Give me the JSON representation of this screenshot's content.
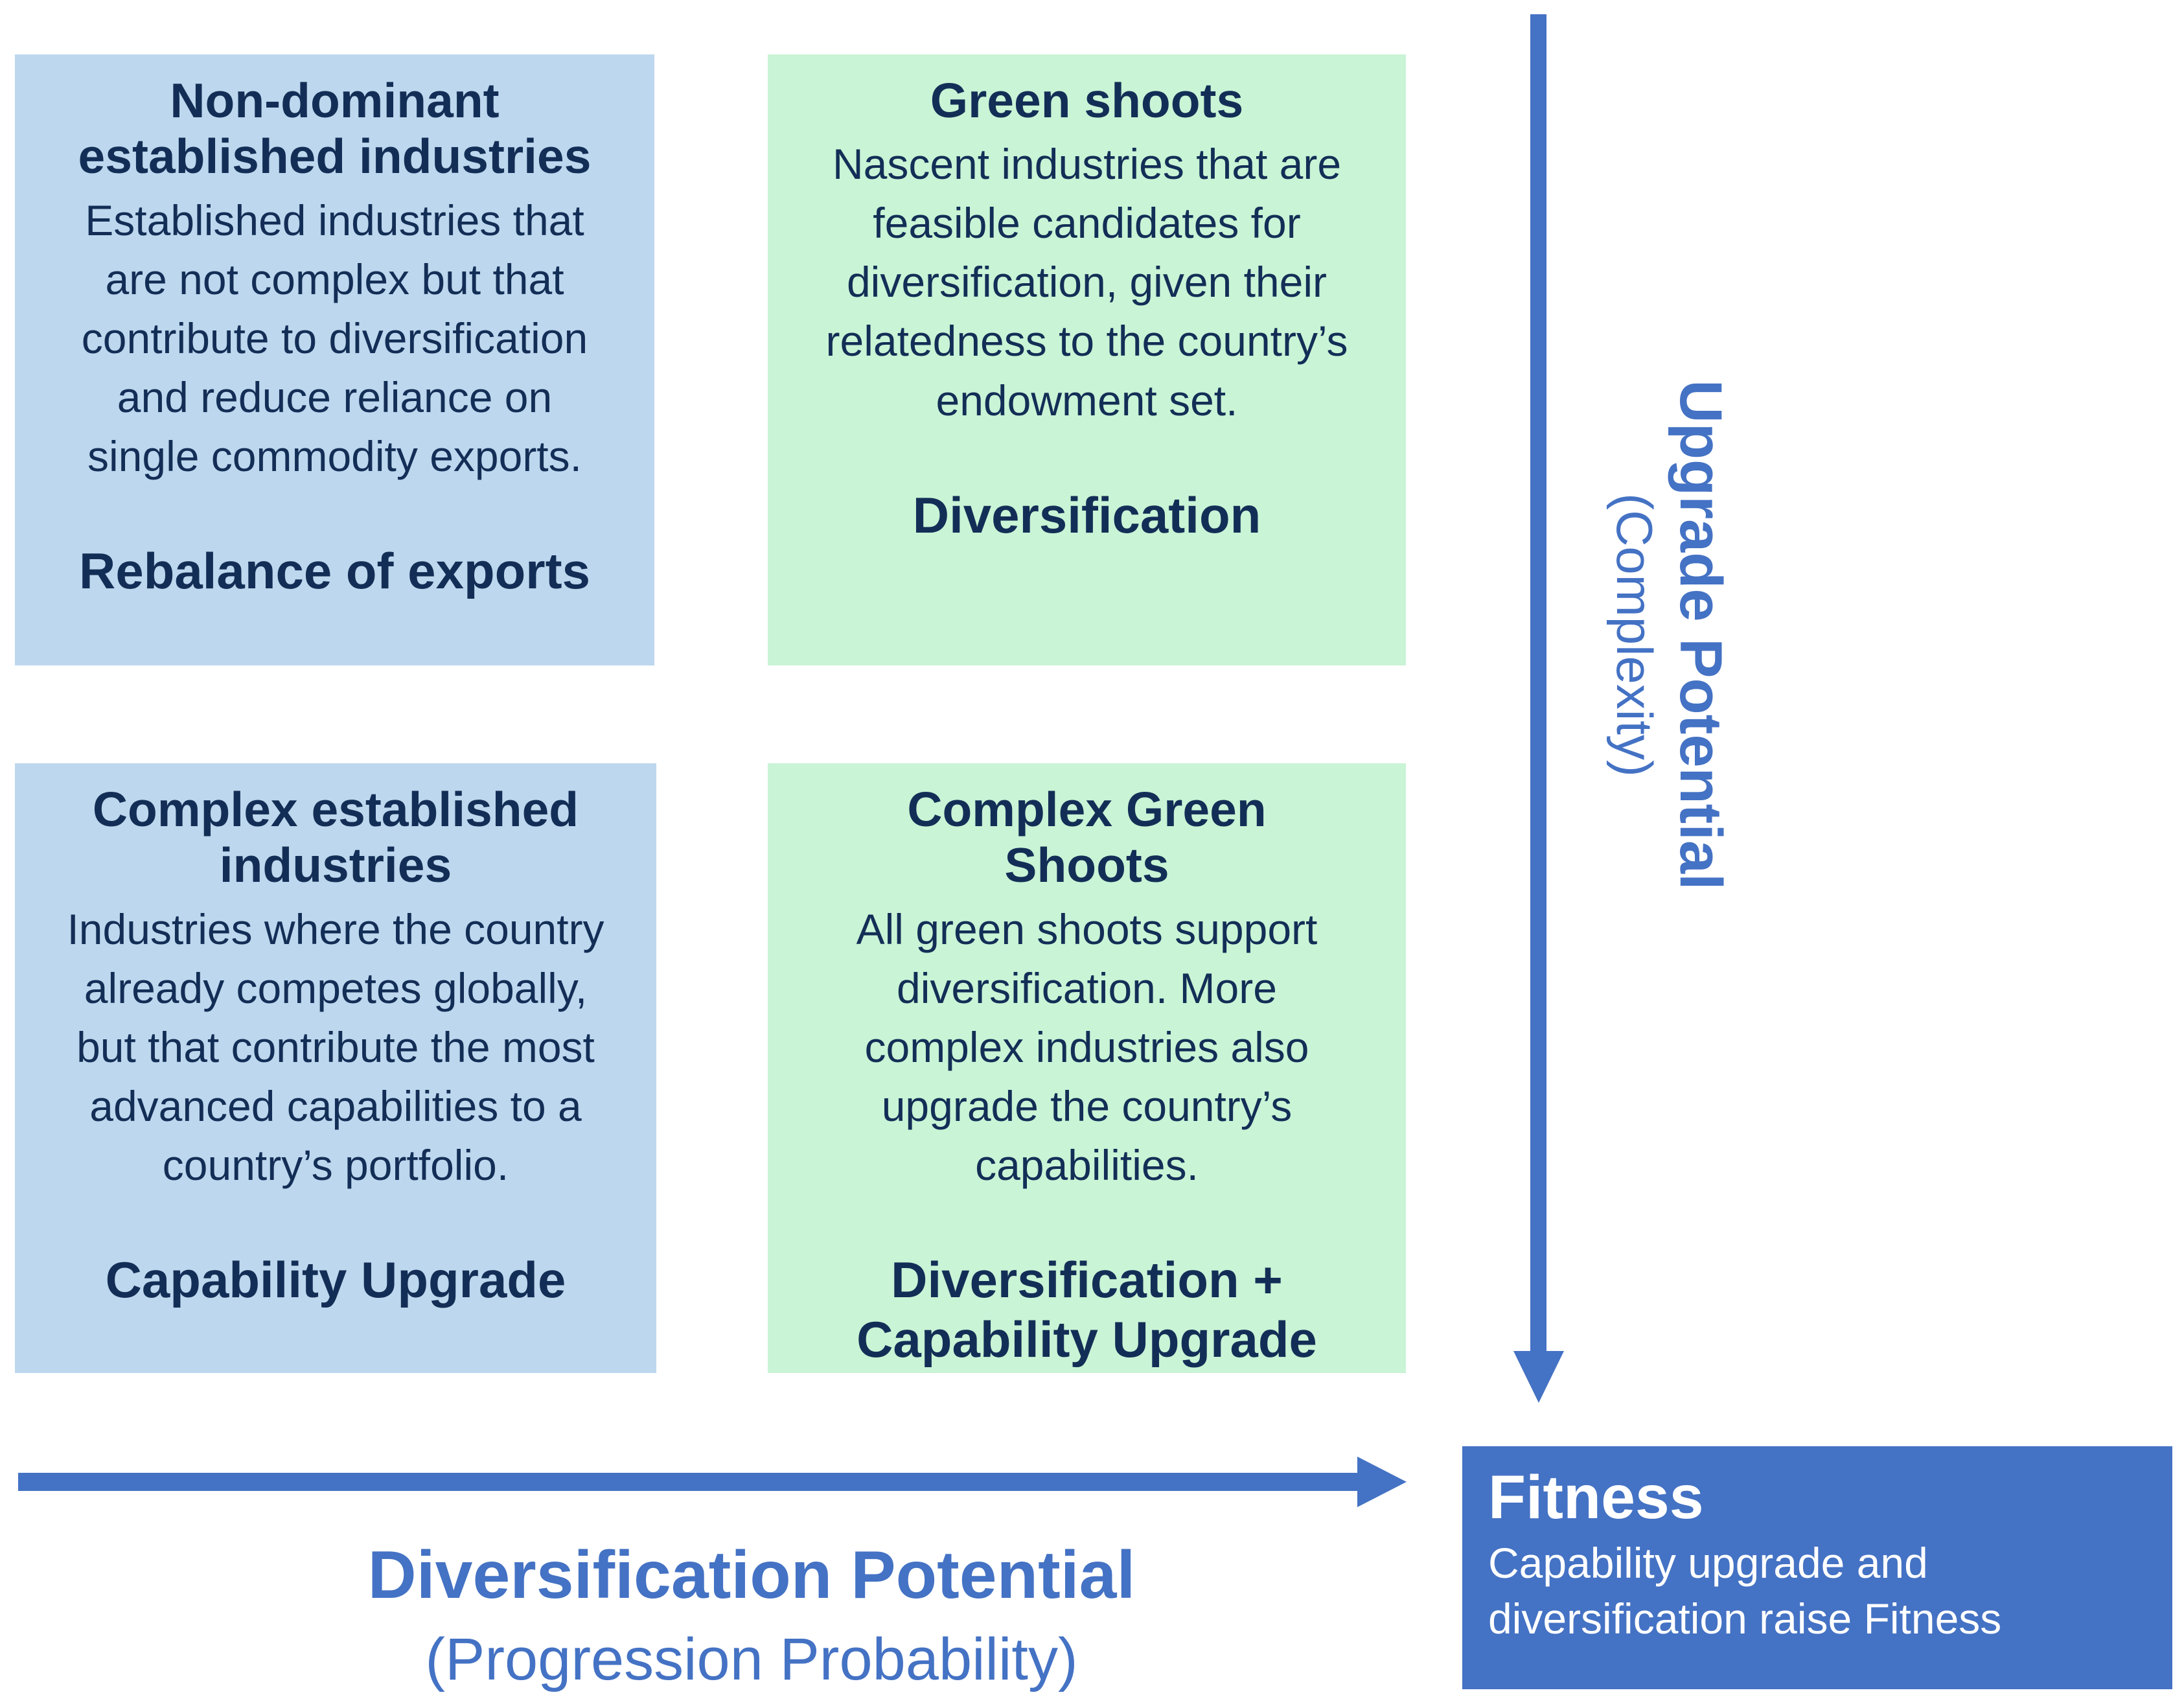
{
  "colors": {
    "box_blue": "#BDD7EE",
    "box_green": "#C9F4D6",
    "text_navy": "#132E56",
    "accent_blue": "#4472C4",
    "fitness_text": "#FFFFFF"
  },
  "quadrants": {
    "top_left": {
      "title": "Non-dominant\nestablished industries",
      "body": "Established industries that\nare not complex but that\ncontribute to diversification\nand reduce reliance on\nsingle commodity exports.",
      "tag": "Rebalance of exports"
    },
    "top_right": {
      "title": "Green shoots",
      "body": "Nascent industries that are\nfeasible candidates for\ndiversification, given their\nrelatedness to the country’s\nendowment set.",
      "tag": "Diversification"
    },
    "bottom_left": {
      "title": "Complex established\nindustries",
      "body": "Industries where the country\nalready competes globally,\nbut that contribute the most\nadvanced capabilities to a\ncountry’s portfolio.",
      "tag": "Capability Upgrade"
    },
    "bottom_right": {
      "title": "Complex Green\nShoots",
      "body": "All green shoots support\ndiversification. More\ncomplex industries also\nupgrade the country’s\ncapabilities.",
      "tag": "Diversification +\nCapability Upgrade"
    }
  },
  "axes": {
    "vertical": {
      "title": "Upgrade Potential",
      "subtitle": "(Complexity)"
    },
    "horizontal": {
      "title": "Diversification Potential",
      "subtitle": "(Progression Probability)"
    }
  },
  "fitness": {
    "title": "Fitness",
    "body": "Capability upgrade and\ndiversification raise Fitness"
  }
}
